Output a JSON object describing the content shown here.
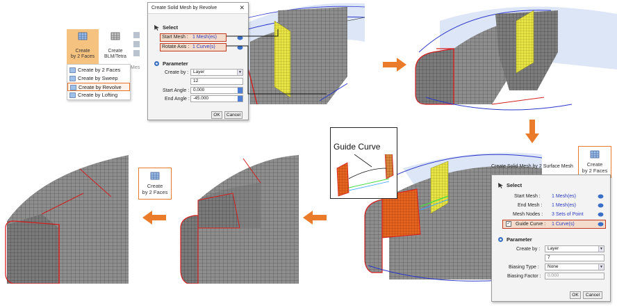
{
  "revolve_dialog": {
    "title": "Create Solid Mesh by Revolve",
    "close": "✕",
    "select_section": "Select",
    "start_mesh_label": "Start Mesh :",
    "start_mesh_value": "1 Mesh(es)",
    "rotate_axis_label": "Rotate Axis :",
    "rotate_axis_value": "1 Curve(s)",
    "parameter_section": "Parameter",
    "create_by_label": "Create by :",
    "create_by_value": "Layer",
    "layer_count": "12",
    "start_angle_label": "Start Angle :",
    "start_angle_value": "0.000",
    "end_angle_label": "End Angle :",
    "end_angle_value": "-45.000",
    "ok": "OK",
    "cancel": "Cancel"
  },
  "ribbon": {
    "create_faces_label_1": "Create",
    "create_faces_label_2": "by 2 Faces",
    "create_blm_label_1": "Create",
    "create_blm_label_2": "BLM/Tetra",
    "mes_fragment": "Mes"
  },
  "create_menu": {
    "items": [
      {
        "label": "Create by 2 Faces"
      },
      {
        "label": "Create by Sweep"
      },
      {
        "label": "Create by Revolve"
      },
      {
        "label": "Create by Lofting"
      }
    ],
    "selected_index": 2
  },
  "guide_curve_callout": {
    "label": "Guide Curve"
  },
  "faces_button": {
    "label_1": "Create",
    "label_2": "by 2 Faces"
  },
  "faces_button_small": {
    "label_1": "Create",
    "label_2": "by 2 Faces"
  },
  "faces_dialog": {
    "title": "Create Solid Mesh by 2 Surface Mesh",
    "select_section": "Select",
    "start_mesh_label": "Start Mesh :",
    "start_mesh_value": "1 Mesh(es)",
    "end_mesh_label": "End Mesh :",
    "end_mesh_value": "1 Mesh(es)",
    "mesh_nodes_label": "Mesh Nodes :",
    "mesh_nodes_value": "3 Sets of Point",
    "guide_curve_label": "Guide Curve :",
    "guide_curve_value": "1 Curve(s)",
    "guide_curve_checked": "✓",
    "parameter_section": "Parameter",
    "create_by_label": "Create by :",
    "create_by_value": "Layer",
    "layer_count": "7",
    "biasing_type_label": "Biasing Type :",
    "biasing_type_value": "None",
    "biasing_factor_label": "Biasing Factor :",
    "biasing_factor_value": "0.000",
    "ok": "OK",
    "cancel": "Cancel"
  },
  "colors": {
    "accent_orange": "#ea7b2a",
    "mesh_gray": "#8a8a8a",
    "highlight_red": "#d21e1e",
    "value_blue": "#2c3dbf"
  }
}
